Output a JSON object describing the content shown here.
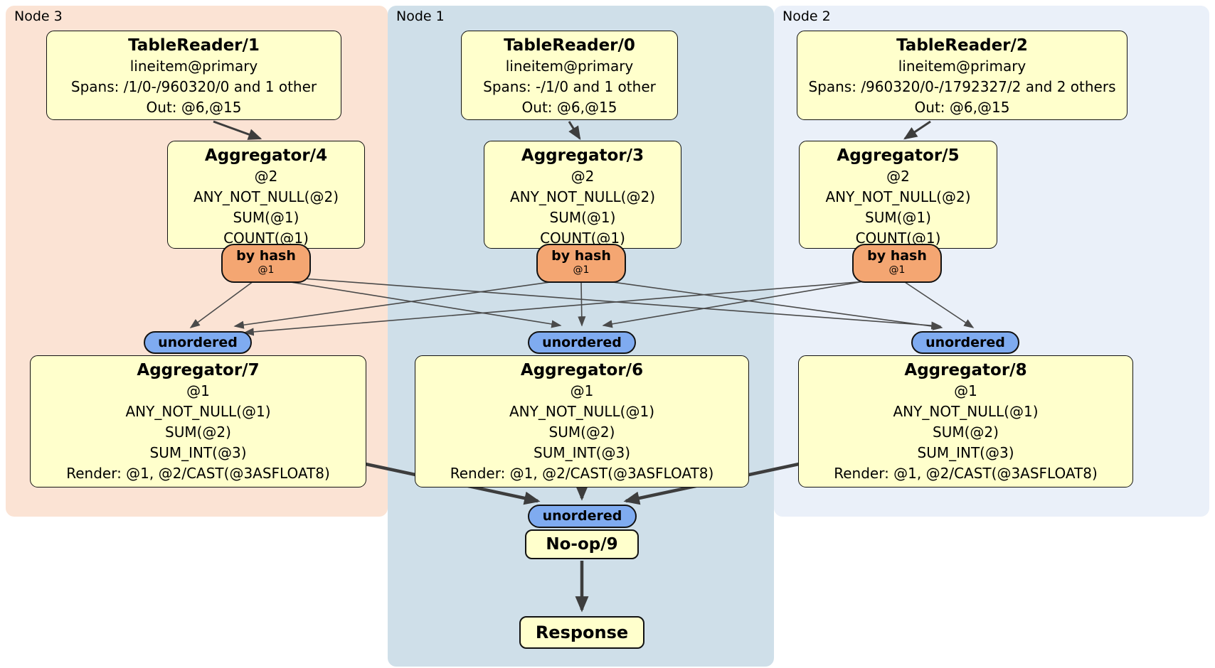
{
  "node_groups": [
    {
      "label": "Node 3"
    },
    {
      "label": "Node 1"
    },
    {
      "label": "Node 2"
    }
  ],
  "processors": {
    "tablereader1": {
      "title": "TableReader/1",
      "lines": [
        "lineitem@primary",
        "Spans: /1/0-/960320/0 and 1 other",
        "Out: @6,@15"
      ]
    },
    "tablereader0": {
      "title": "TableReader/0",
      "lines": [
        "lineitem@primary",
        "Spans: -/1/0 and 1 other",
        "Out: @6,@15"
      ]
    },
    "tablereader2": {
      "title": "TableReader/2",
      "lines": [
        "lineitem@primary",
        "Spans: /960320/0-/1792327/2 and 2 others",
        "Out: @6,@15"
      ]
    },
    "aggregator4": {
      "title": "Aggregator/4",
      "lines": [
        "@2",
        "ANY_NOT_NULL(@2)",
        "SUM(@1)",
        "COUNT(@1)"
      ]
    },
    "aggregator3": {
      "title": "Aggregator/3",
      "lines": [
        "@2",
        "ANY_NOT_NULL(@2)",
        "SUM(@1)",
        "COUNT(@1)"
      ]
    },
    "aggregator5": {
      "title": "Aggregator/5",
      "lines": [
        "@2",
        "ANY_NOT_NULL(@2)",
        "SUM(@1)",
        "COUNT(@1)"
      ]
    },
    "aggregator7": {
      "title": "Aggregator/7",
      "lines": [
        "@1",
        "ANY_NOT_NULL(@1)",
        "SUM(@2)",
        "SUM_INT(@3)",
        "Render: @1, @2/CAST(@3ASFLOAT8)"
      ]
    },
    "aggregator6": {
      "title": "Aggregator/6",
      "lines": [
        "@1",
        "ANY_NOT_NULL(@1)",
        "SUM(@2)",
        "SUM_INT(@3)",
        "Render: @1, @2/CAST(@3ASFLOAT8)"
      ]
    },
    "aggregator8": {
      "title": "Aggregator/8",
      "lines": [
        "@1",
        "ANY_NOT_NULL(@1)",
        "SUM(@2)",
        "SUM_INT(@3)",
        "Render: @1, @2/CAST(@3ASFLOAT8)"
      ]
    },
    "noop9": {
      "title": "No-op/9"
    },
    "response": {
      "title": "Response"
    }
  },
  "routers": {
    "r4": {
      "label": "by hash",
      "detail": "@1"
    },
    "r3": {
      "label": "by hash",
      "detail": "@1"
    },
    "r5": {
      "label": "by hash",
      "detail": "@1"
    }
  },
  "syncs": {
    "mid_left": "unordered",
    "mid_center": "unordered",
    "mid_right": "unordered",
    "final": "unordered"
  },
  "colors": {
    "node3_bg": "#fbe3d4",
    "node1_bg": "#cfdfe9",
    "node2_bg": "#eaf0f9",
    "box_bg": "#ffffcc",
    "router_bg": "#f4a672",
    "sync_bg": "#7fabf0",
    "edge": "#444444"
  }
}
